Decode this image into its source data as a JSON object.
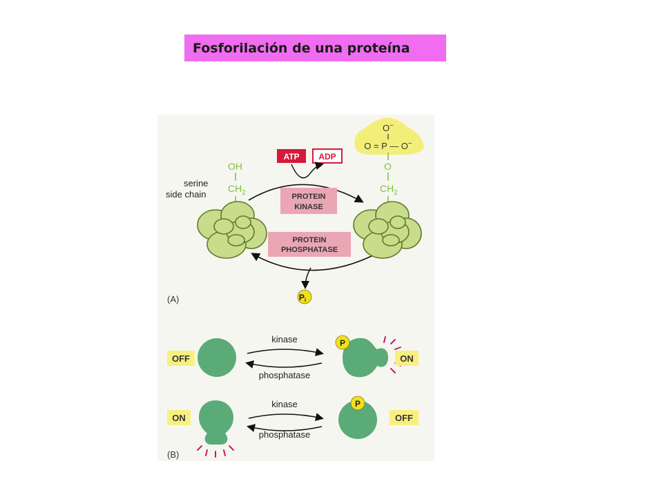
{
  "title": "Fosforilación de una proteína",
  "colors": {
    "title_bg": "#f06cf0",
    "figure_bg": "#f6f6f0",
    "protein_green": "#c8dc8c",
    "protein_outline": "#5d7a2a",
    "chem_green": "#7fbf3f",
    "phosphate_yellow": "#f3ee7a",
    "state_yellow": "#f7f080",
    "enzyme_pink": "#eba6b4",
    "atp_red": "#d6193b",
    "shape_green": "#5aab78",
    "p_circle": "#f0e020",
    "activity_magenta": "#c21a6b"
  },
  "panel_a": {
    "label": "(A)",
    "serine_label_line1": "serine",
    "serine_label_line2": "side chain",
    "left_oh": "OH",
    "left_ch2": "CH",
    "ch2_subscript": "2",
    "atp": "ATP",
    "adp": "ADP",
    "kinase_line1": "PROTEIN",
    "kinase_line2": "KINASE",
    "phosphatase_line1": "PROTEIN",
    "phosphatase_line2": "PHOSPHATASE",
    "phosphate_top_o": "O",
    "phosphate_charge": "−",
    "phosphate_row": "O = P — O",
    "right_o": "O",
    "right_ch2": "CH",
    "pi_p": "P",
    "pi_sub": "i"
  },
  "panel_b": {
    "label": "(B)",
    "row1": {
      "left_state": "OFF",
      "right_state": "ON",
      "kinase": "kinase",
      "phosphatase": "phosphatase",
      "p": "P"
    },
    "row2": {
      "left_state": "ON",
      "right_state": "OFF",
      "kinase": "kinase",
      "phosphatase": "phosphatase",
      "p": "P"
    }
  }
}
